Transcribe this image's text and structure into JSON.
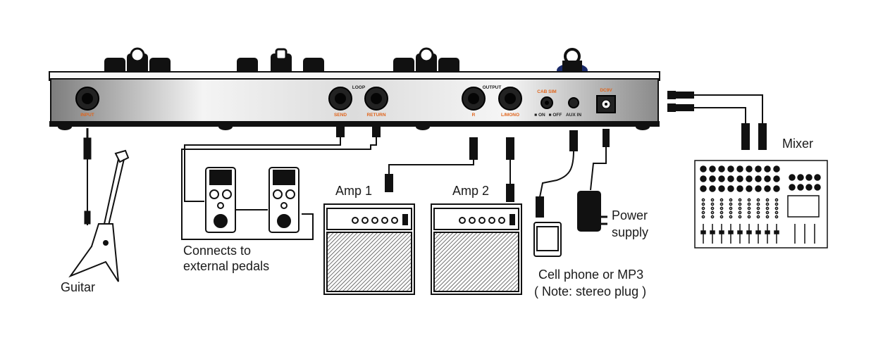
{
  "panel": {
    "jacks": {
      "input": "INPUT",
      "loop": "LOOP",
      "send": "SEND",
      "return": "RETURN",
      "output": "OUTPUT",
      "r": "R",
      "lmono": "L/MONO",
      "cab_sim": "CAB SIM",
      "cab_on": "■ ON",
      "cab_off": "■ OFF",
      "aux_in": "AUX IN",
      "dc": "DC9V"
    }
  },
  "labels": {
    "guitar": "Guitar",
    "pedals_line1": "Connects to",
    "pedals_line2": "external pedals",
    "amp1": "Amp  1",
    "amp2": "Amp 2",
    "phone_line1": "Cell phone or MP3",
    "phone_line2": "( Note: stereo plug )",
    "power_line1": "Power",
    "power_line2": "supply",
    "mixer": "Mixer"
  },
  "colors": {
    "accent": "#e0651c",
    "line": "#111111",
    "panel_light": "#f0f0f0",
    "panel_dark": "#8a8a8a"
  }
}
